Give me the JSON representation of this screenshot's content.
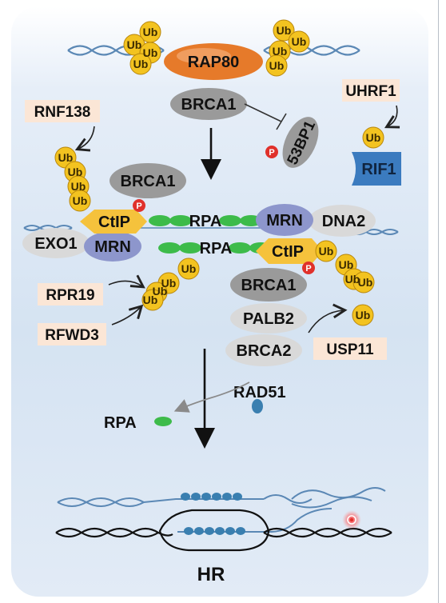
{
  "proteins": {
    "rap80": "RAP80",
    "brca1_top": "BRCA1",
    "bp53": "53BP1",
    "uhrf1": "UHRF1",
    "rif1": "RIF1",
    "rnf138": "RNF138",
    "brca1_mid": "BRCA1",
    "ctip_left": "CtIP",
    "rpa_upper": "RPA",
    "mrn_right": "MRN",
    "dna2": "DNA2",
    "exo1": "EXO1",
    "mrn_left": "MRN",
    "rpa_lower": "RPA",
    "ctip_right": "CtIP",
    "rpr19": "RPR19",
    "rfwd3": "RFWD3",
    "brca1_low": "BRCA1",
    "palb2": "PALB2",
    "brca2": "BRCA2",
    "usp11": "USP11",
    "rad51": "RAD51",
    "rpa_free": "RPA"
  },
  "ubiquitin_label": "Ub",
  "phospho_label": "P",
  "outcome": "HR",
  "colors": {
    "ubiquitin": "#f3c320",
    "rap80": "#e67a2a",
    "gray_protein": "#9a9a9a",
    "light_gray_protein": "#d9d9d9",
    "mrn": "#8d96cc",
    "ctip": "#f5c23c",
    "rpa": "#3dbb4a",
    "rif1": "#3b7bbf",
    "phospho": "#e0312b",
    "tag_bg": "#fbe6d6",
    "dna_blue": "#5b88b5",
    "dna_black": "#111111",
    "rad51_dot": "#3a7fb0"
  }
}
